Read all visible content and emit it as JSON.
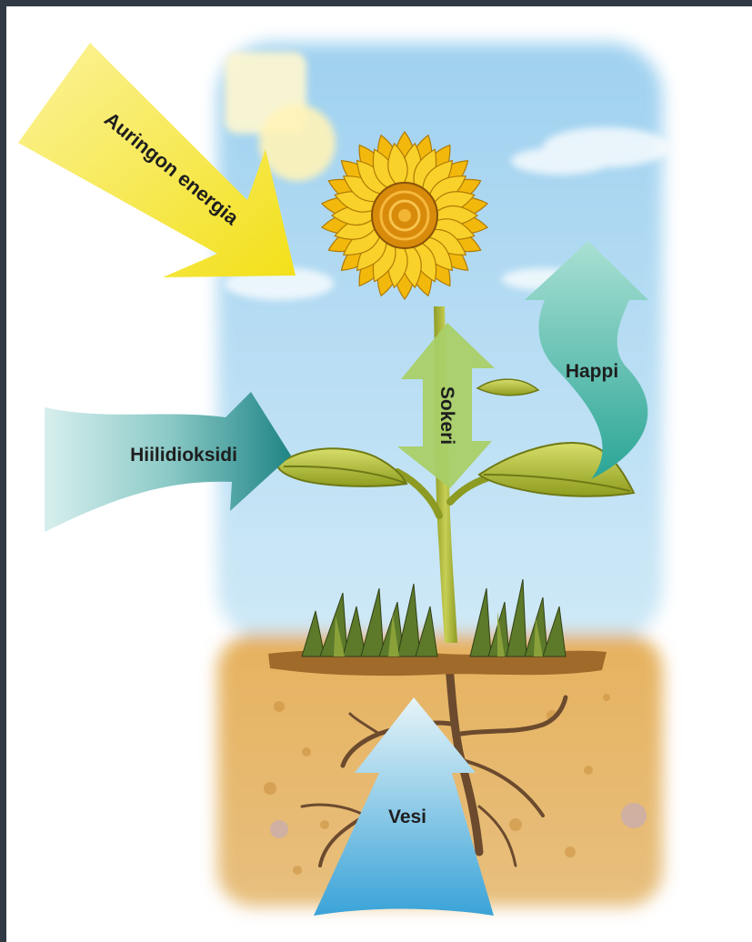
{
  "labels": {
    "sun_energy": "Auringon energia",
    "co2": "Hiilidioksidi",
    "sugar": "Sokeri",
    "oxygen": "Happi",
    "water": "Vesi"
  },
  "icons": {
    "sun": "sun-icon",
    "flower": "sunflower-icon",
    "plant": "plant-icon"
  },
  "colors": {
    "frame": "#2f3a44",
    "sky": "#bfe2f5",
    "soil": "#e3b36a",
    "sun_arrow": "#f5e21d",
    "co2_arrow": "#2e8f8f",
    "sugar_arrow": "#a7cd63",
    "oxygen_arrow": "#3db6a2",
    "water_arrow": "#4aaedc",
    "petal": "#f4c20d",
    "leaf": "#a7b72e"
  }
}
